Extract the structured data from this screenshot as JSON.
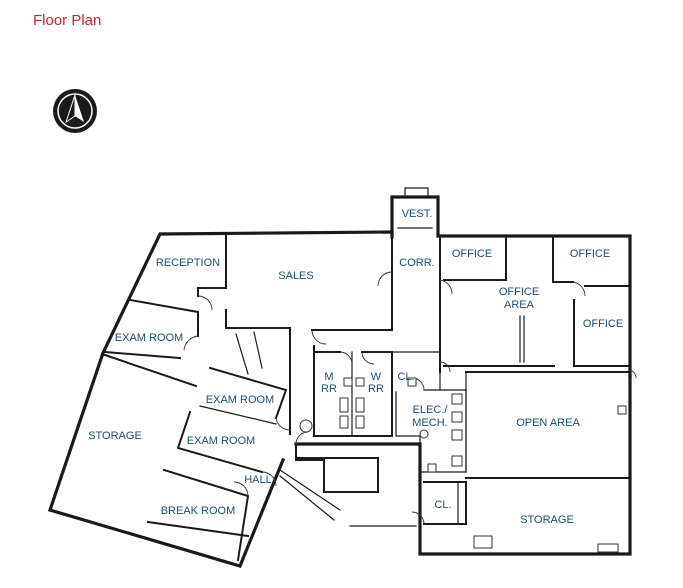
{
  "header": {
    "title": "Floor Plan"
  },
  "compass": {
    "icon": "north-arrow-icon"
  },
  "colors": {
    "title": "#c0272d",
    "labels": "#1f4e6e",
    "walls": "#1a1a1a"
  },
  "rooms": {
    "vest": "VEST.",
    "reception": "RECEPTION",
    "sales": "SALES",
    "corr": "CORR.",
    "office_1": "OFFICE",
    "office_2": "OFFICE",
    "office_area_line1": "OFFICE",
    "office_area_line2": "AREA",
    "office_3": "OFFICE",
    "exam_room_1": "EXAM ROOM",
    "m_rr_line1": "M",
    "m_rr_line2": "RR",
    "w_rr_line1": "W",
    "w_rr_line2": "RR",
    "cl_1": "CL.",
    "exam_room_2": "EXAM ROOM",
    "elec_line1": "ELEC./",
    "elec_line2": "MECH.",
    "open_area": "OPEN AREA",
    "storage_1": "STORAGE",
    "exam_room_3": "EXAM ROOM",
    "hall": "HALL",
    "cl_2": "CL.",
    "break_room": "BREAK ROOM",
    "storage_2": "STORAGE"
  }
}
